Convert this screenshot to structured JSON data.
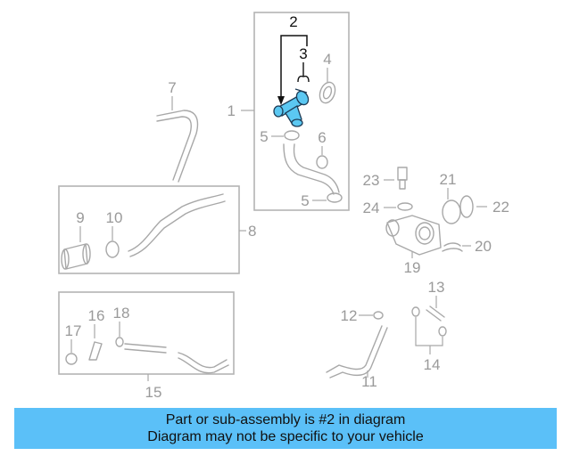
{
  "diagram": {
    "callouts": {
      "c1": "1",
      "c2": "2",
      "c3": "3",
      "c4": "4",
      "c5a": "5",
      "c5b": "5",
      "c6": "6",
      "c7": "7",
      "c8": "8",
      "c9": "9",
      "c10": "10",
      "c11": "11",
      "c12": "12",
      "c13": "13",
      "c14": "14",
      "c15": "15",
      "c16": "16",
      "c17": "17",
      "c18": "18",
      "c19": "19",
      "c20": "20",
      "c21": "21",
      "c22": "22",
      "c23": "23",
      "c24": "24"
    },
    "highlight_color": "#5bc8f2",
    "part_color": "#a8a8a8"
  },
  "banner": {
    "line1": "Part or sub-assembly is #2 in diagram",
    "line2": "Diagram may not be specific to your vehicle",
    "color": "#5bc0f8"
  }
}
